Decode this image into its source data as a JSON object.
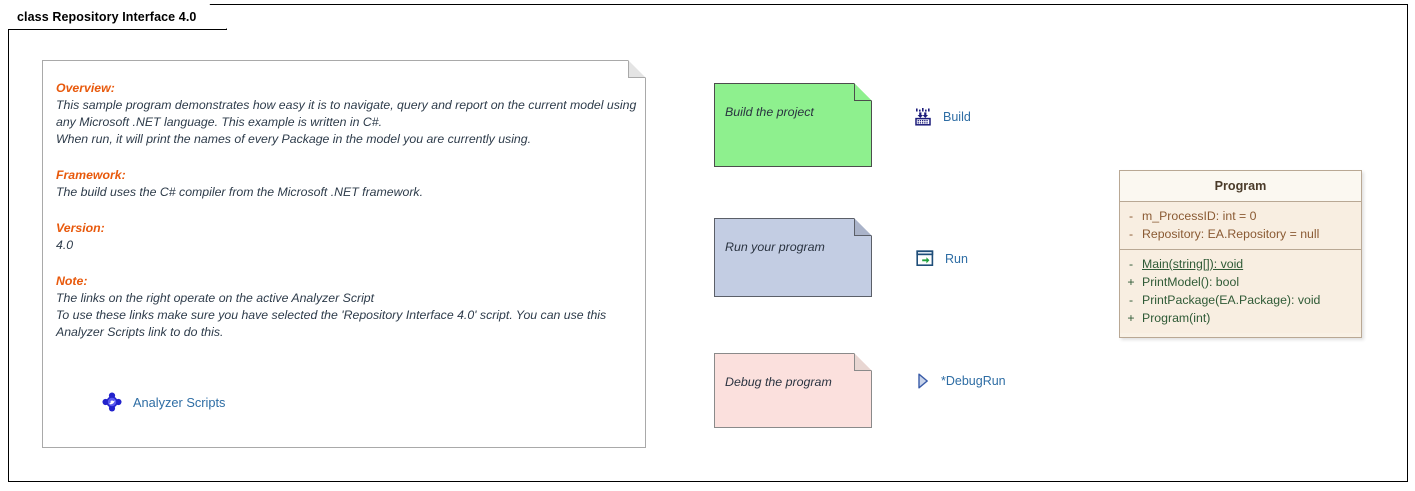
{
  "frame": {
    "tab_label": "class Repository Interface 4.0"
  },
  "overview_note": {
    "sections": [
      {
        "heading": "Overview:",
        "lines": [
          "This sample program demonstrates how easy it is to navigate, query and report on the current model using",
          "any Microsoft .NET language. This example is written in C#.",
          "When run, it will print the names of every Package in the model you are currently using."
        ]
      },
      {
        "heading": "Framework:",
        "lines": [
          "The build uses the C# compiler from the Microsoft .NET framework."
        ]
      },
      {
        "heading": "Version:",
        "lines": [
          "4.0"
        ]
      },
      {
        "heading": "Note:",
        "lines": [
          "The links on the right operate on the active Analyzer Script",
          "To use these links make sure you have selected the 'Repository Interface 4.0' script. You can use this",
          "Analyzer Scripts link to do this."
        ]
      }
    ],
    "link": {
      "icon": "analyzer-scripts-icon",
      "label": "Analyzer Scripts"
    },
    "heading_color": "#e8590c",
    "text_color": "#2d3b4a",
    "fill": "#ffffff",
    "border": "#a9a9a9"
  },
  "action_notes": [
    {
      "id": "build",
      "note_text": "Build the project",
      "fill": "#8ef08e",
      "border": "#4c4c4c",
      "link_icon": "build-icon",
      "link_label": "Build"
    },
    {
      "id": "run",
      "note_text": "Run your program",
      "fill": "#c3cde3",
      "border": "#5b5f68",
      "link_icon": "run-icon",
      "link_label": "Run"
    },
    {
      "id": "debug",
      "note_text": "Debug the program",
      "fill": "#fbe0dd",
      "border": "#8a8a8a",
      "link_icon": "debug-run-icon",
      "link_label": "*DebugRun"
    }
  ],
  "link_color": "#2e6da4",
  "program_class": {
    "name": "Program",
    "header_fill": "#fbf8f1",
    "body_fill": "#f8eee1",
    "border": "#b9a894",
    "attributes": [
      {
        "visibility": "-",
        "text": "m_ProcessID: int = 0",
        "static": false
      },
      {
        "visibility": "-",
        "text": "Repository: EA.Repository = null",
        "static": false
      }
    ],
    "operations": [
      {
        "visibility": "-",
        "text": "Main(string[]): void",
        "static": true
      },
      {
        "visibility": "+",
        "text": "PrintModel(): bool",
        "static": false
      },
      {
        "visibility": "-",
        "text": "PrintPackage(EA.Package): void",
        "static": false
      },
      {
        "visibility": "+",
        "text": "Program(int)",
        "static": false
      }
    ],
    "attribute_color": "#8a5a33",
    "operation_color": "#2f5a36"
  }
}
